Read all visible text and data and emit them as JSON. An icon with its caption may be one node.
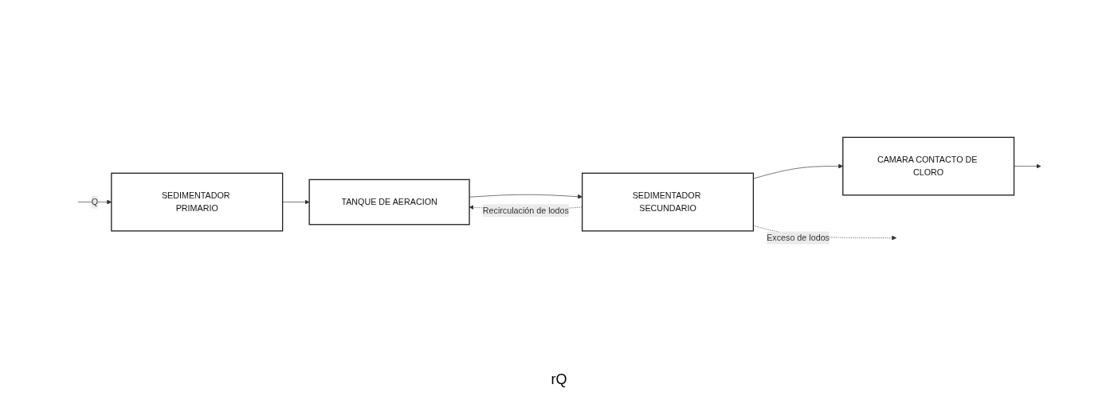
{
  "diagram": {
    "nodes": [
      {
        "text": [
          "SEDIMENTADOR PRIMARIO"
        ]
      },
      {
        "text": [
          "TANQUE DE AERACION"
        ]
      },
      {
        "text": [
          "SEDIMENTADOR SECUNDARIO"
        ]
      },
      {
        "text": [
          "CAMARA CONTACTO DE CLORO"
        ]
      }
    ],
    "edges": [
      {
        "from": null,
        "to": 0,
        "arrow": "to",
        "label": "Q"
      },
      {
        "from": 0,
        "to": 1,
        "arrow": "to"
      },
      {
        "from": 1,
        "to": 2,
        "arrow": "to"
      },
      {
        "from": 2,
        "to": 3,
        "arrow": "to"
      },
      {
        "from": 3,
        "to": null,
        "arrow": "to"
      },
      {
        "from": 2,
        "to": 1,
        "arrow": "to",
        "style": "dashed",
        "label": "Recirculación de lodos"
      },
      {
        "from": 2,
        "to": null,
        "arrow": "to",
        "style": "dashed",
        "label": "Exceso de lodos"
      }
    ],
    "labels": [
      "rQ"
    ]
  }
}
